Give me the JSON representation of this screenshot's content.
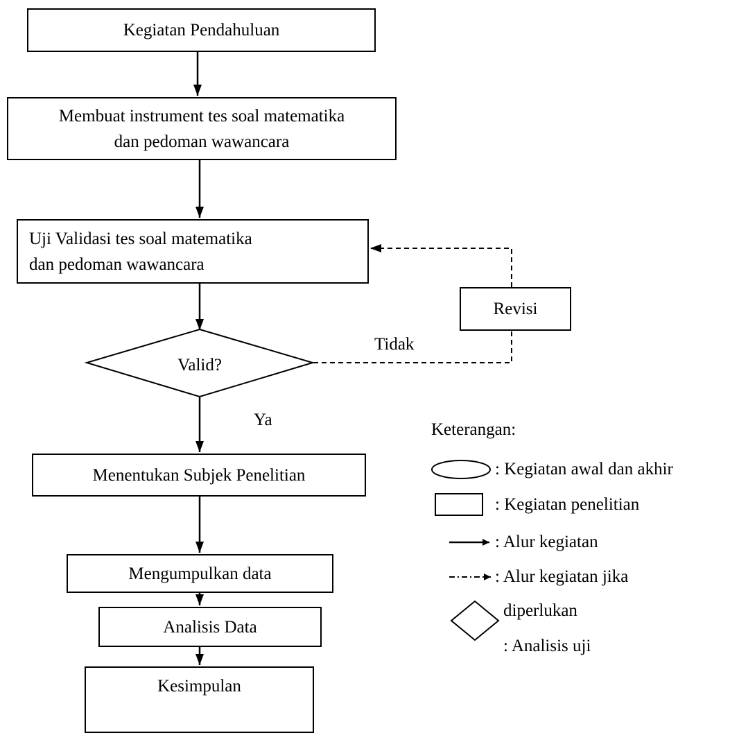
{
  "nodes": {
    "kegiatan_pendahuluan": "Kegiatan Pendahuluan",
    "membuat_instrument": [
      "Membuat instrument tes soal matematika",
      "dan pedoman wawancara"
    ],
    "uji_validasi": [
      "Uji Validasi tes soal matematika",
      "dan pedoman wawancara"
    ],
    "valid": "Valid?",
    "revisi": "Revisi",
    "menentukan_subjek": "Menentukan Subjek Penelitian",
    "mengumpulkan_data": "Mengumpulkan data",
    "analisis_data": "Analisis Data",
    "kesimpulan": "Kesimpulan"
  },
  "edges": {
    "tidak": "Tidak",
    "ya": "Ya"
  },
  "legend": {
    "title": "Keterangan:",
    "items": [
      {
        "shape": "ellipse",
        "label": ": Kegiatan awal dan akhir"
      },
      {
        "shape": "rectangle",
        "label": ": Kegiatan penelitian"
      },
      {
        "shape": "solid-arrow",
        "label": ": Alur kegiatan"
      },
      {
        "shape": "dashed-arrow",
        "label": ": Alur kegiatan jika"
      },
      {
        "shape": "none",
        "label": "diperlukan"
      },
      {
        "shape": "diamond",
        "label": ": Analisis uji"
      }
    ]
  }
}
